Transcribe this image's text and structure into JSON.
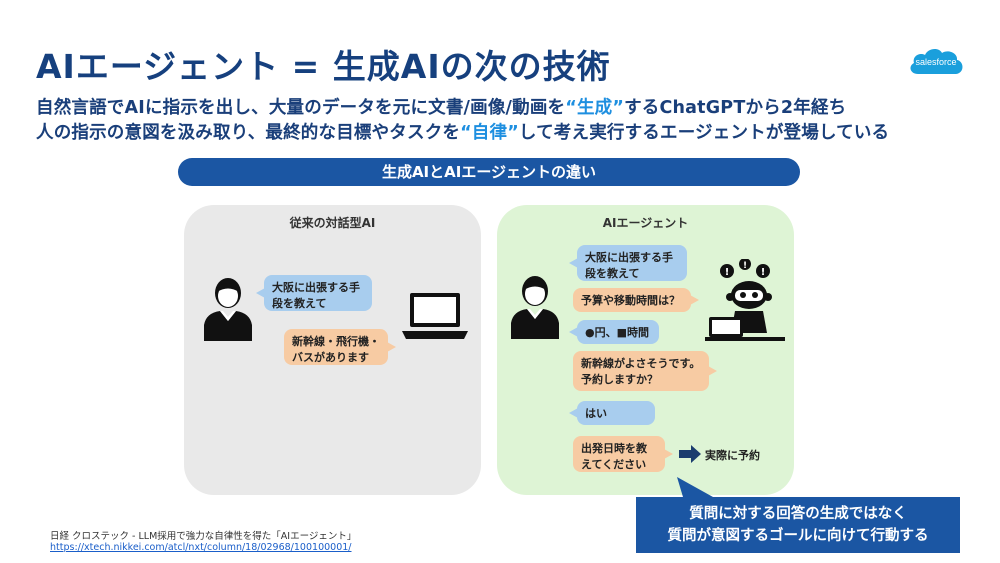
{
  "slide": {
    "title": "AIエージェント = 生成AIの次の技術",
    "subtitle_line1": {
      "before": "自然言語でAIに指示を出し、大量のデータを元に文書/画像/動画を",
      "highlight": "“生成”",
      "after": "するChatGPTから2年経ち"
    },
    "subtitle_line2": {
      "before": "人の指示の意図を汲み取り、最終的な目標やタスクを",
      "highlight": "“自律”",
      "after": "して考え実行するエージェントが登場している"
    },
    "banner": "生成AIとAIエージェントの違い",
    "logo_text": "salesforce"
  },
  "left_panel": {
    "title": "従来の対話型AI",
    "messages": [
      "大阪に出張する手段を教えて",
      "新幹線・飛行機・バスがあります"
    ]
  },
  "right_panel": {
    "title": "AIエージェント",
    "messages": [
      "大阪に出張する手段を教えて",
      "予算や移動時間は？",
      "●円、■時間",
      "新幹線がよさそうです。予約しますか？",
      "はい",
      "出発日時を教えてください"
    ],
    "action": "実際に予約"
  },
  "callout": {
    "line1": "質問に対する回答の生成ではなく",
    "line2": "質問が意図するゴールに向けて行動する"
  },
  "source": {
    "citation": "日経 クロステック - LLM採用で強力な自律性を得た「AIエージェント」",
    "url": "https://xtech.nikkei.com/atcl/nxt/column/18/02968/100100001/"
  },
  "colors": {
    "title": "#16407e",
    "highlight": "#1e8fe0",
    "banner": "#1b56a3",
    "left_panel": "#e9e9e9",
    "right_panel": "#def4d5",
    "user_bubble": "#a8cdee",
    "ai_bubble": "#f7cba3",
    "logo": "#1a9fdc"
  }
}
